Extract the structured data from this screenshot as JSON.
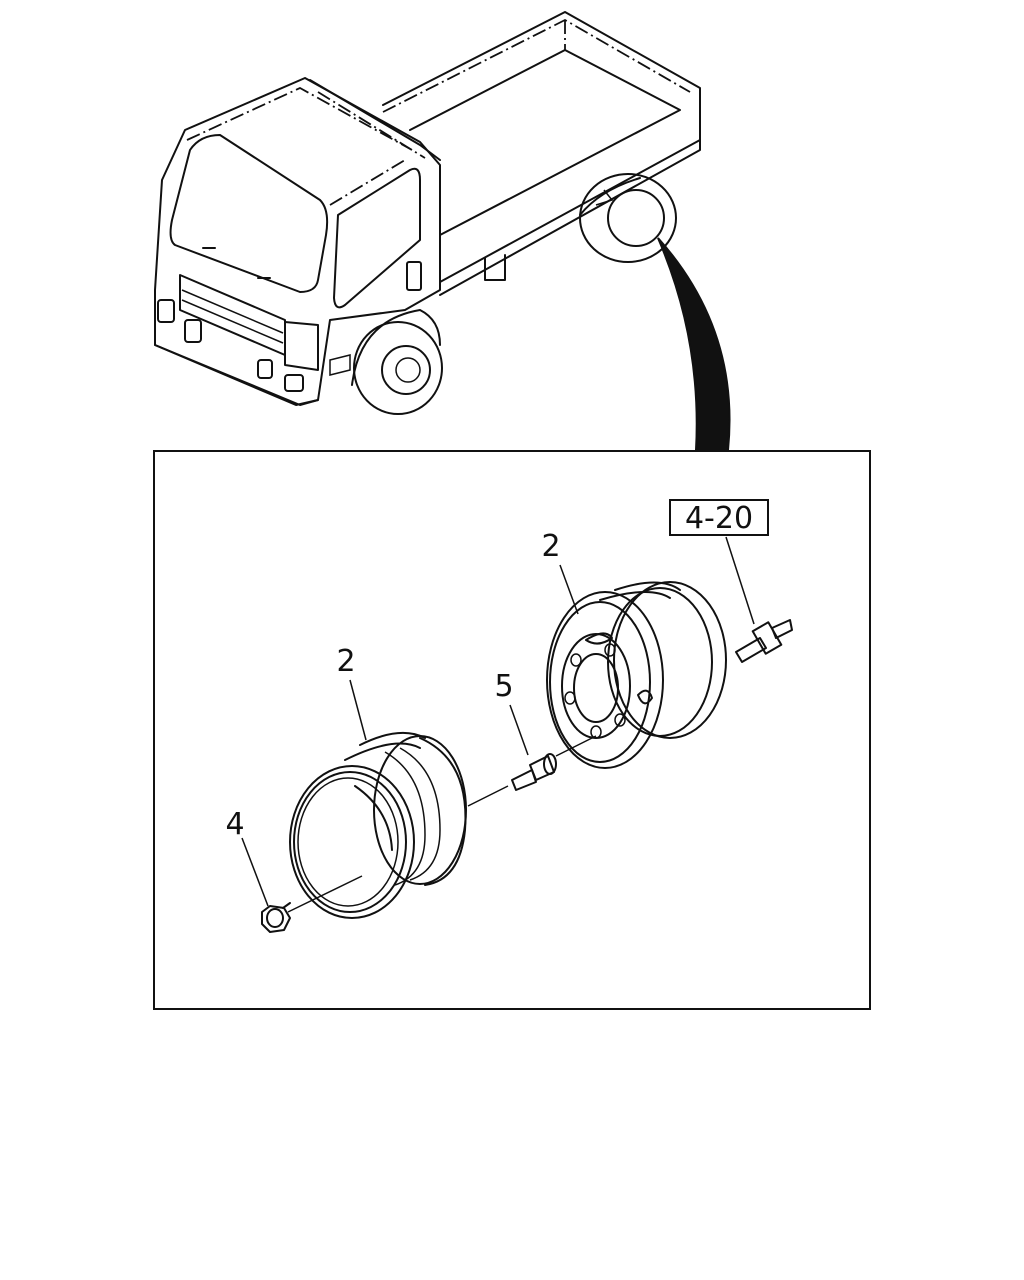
{
  "callouts": {
    "ref_box": "4-20",
    "wheel_rear_label": "2",
    "wheel_front_label": "2",
    "bolt_label": "5",
    "nut_label": "4"
  }
}
